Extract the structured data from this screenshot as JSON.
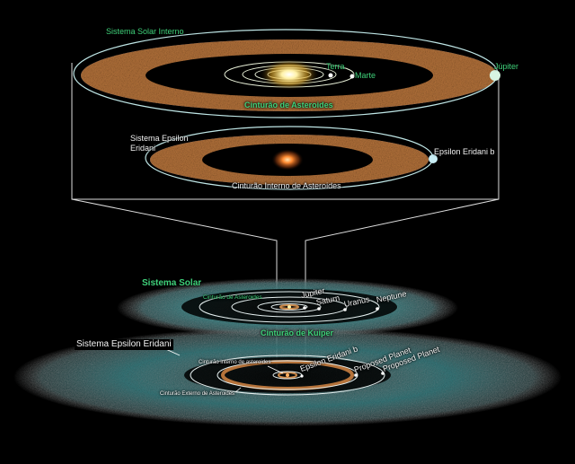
{
  "labels": {
    "inner_solar_system": "Sistema Solar Interno",
    "earth": "Terra",
    "mars": "Marte",
    "jupiter_top": "Júpiter",
    "asteroid_belt_top": "Cinturão de Asteroides",
    "epsilon_system_line1": "Sistema Epsilon",
    "epsilon_system_line2": "Eridani",
    "epsilon_b_top": "Epsilon Eridani b",
    "inner_asteroid_belt": "Cinturão Interno de Asteroides",
    "solar_system": "Sistema Solar",
    "asteroid_belt_mid": "Cinturão de Asteroides",
    "jupiter_mid": "Jupiter",
    "saturn": "Saturn",
    "uranus": "Uranus",
    "neptune": "Neptune",
    "kuiper_belt": "Cinturão de Kuiper",
    "epsilon_eridani_system": "Sistema Epsilon Eridani",
    "inner_belt_small": "Cinturão interno de asteroides",
    "outer_belt_small": "Cinturão Externo de Asteroides",
    "epsilon_b_bottom": "Epsilon Eridani b",
    "proposed_planet_1": "Proposed Planet",
    "proposed_planet_2": "Proposed Planet"
  },
  "colors": {
    "background": "#000000",
    "orbit": "#bfe6e6",
    "label_green": "#3fd17a",
    "dust_orange": "#b5733b",
    "kuiper_teal": "#3e8c8e",
    "sun": "#fff2a8"
  }
}
